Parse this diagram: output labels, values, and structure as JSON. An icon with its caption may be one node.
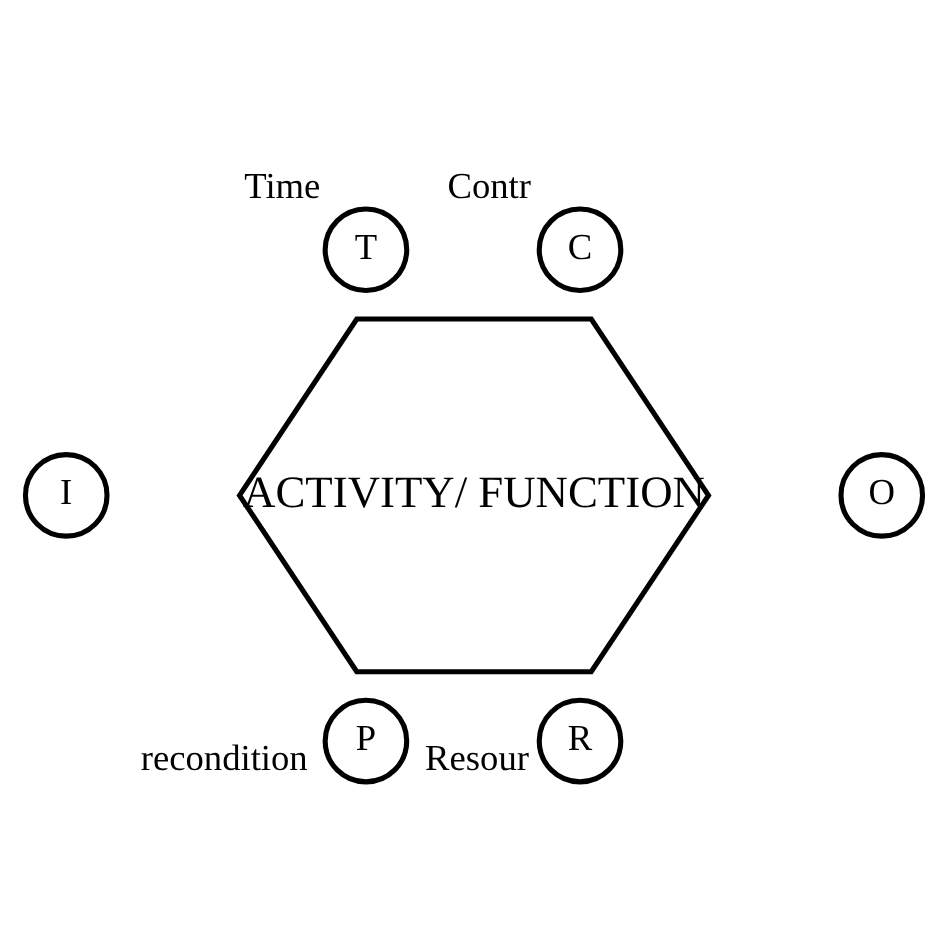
{
  "diagram": {
    "nodes": [
      {
        "text": [
          "ACTIVITY/ FUNCTION"
        ]
      },
      {
        "text": [
          "T"
        ],
        "beside": [
          "Time"
        ]
      },
      {
        "text": [
          "C"
        ],
        "beside": [
          "Contr"
        ]
      },
      {
        "text": [
          "I"
        ]
      },
      {
        "text": [
          "O"
        ]
      },
      {
        "text": [
          "P"
        ],
        "beside": [
          "recondition"
        ]
      },
      {
        "text": [
          "R"
        ],
        "beside": [
          "Resour"
        ]
      }
    ]
  }
}
